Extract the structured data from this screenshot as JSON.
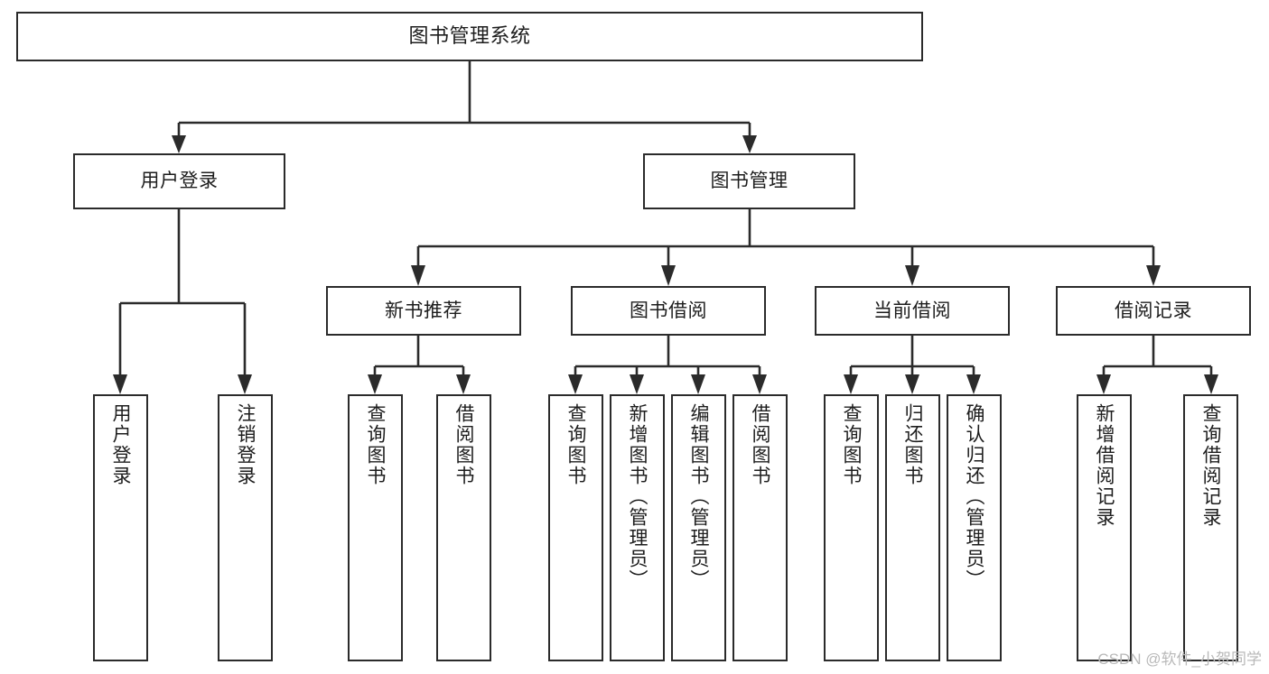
{
  "diagram": {
    "type": "tree",
    "title": "图书管理系统",
    "root": {
      "label": "图书管理系统"
    },
    "level2": [
      {
        "label": "用户登录"
      },
      {
        "label": "图书管理"
      }
    ],
    "level3": [
      {
        "label": "新书推荐"
      },
      {
        "label": "图书借阅"
      },
      {
        "label": "当前借阅"
      },
      {
        "label": "借阅记录"
      }
    ],
    "leaves": {
      "user_login": [
        {
          "label": "用户登录"
        },
        {
          "label": "注销登录"
        }
      ],
      "new_book_recommend": [
        {
          "label": "查询图书"
        },
        {
          "label": "借阅图书"
        }
      ],
      "book_borrow": [
        {
          "label": "查询图书"
        },
        {
          "label": "新增图书（管理员）"
        },
        {
          "label": "编辑图书（管理员）"
        },
        {
          "label": "借阅图书"
        }
      ],
      "current_borrow": [
        {
          "label": "查询图书"
        },
        {
          "label": "归还图书"
        },
        {
          "label": "确认归还（管理员）"
        }
      ],
      "borrow_record": [
        {
          "label": "新增借阅记录"
        },
        {
          "label": "查询借阅记录"
        }
      ]
    }
  },
  "watermark": {
    "text": "CSDN @软件_小贺同学"
  },
  "colors": {
    "stroke": "#2b2b2b",
    "background": "#ffffff",
    "text": "#1d1d1d",
    "watermark": "#b9b9b9"
  }
}
